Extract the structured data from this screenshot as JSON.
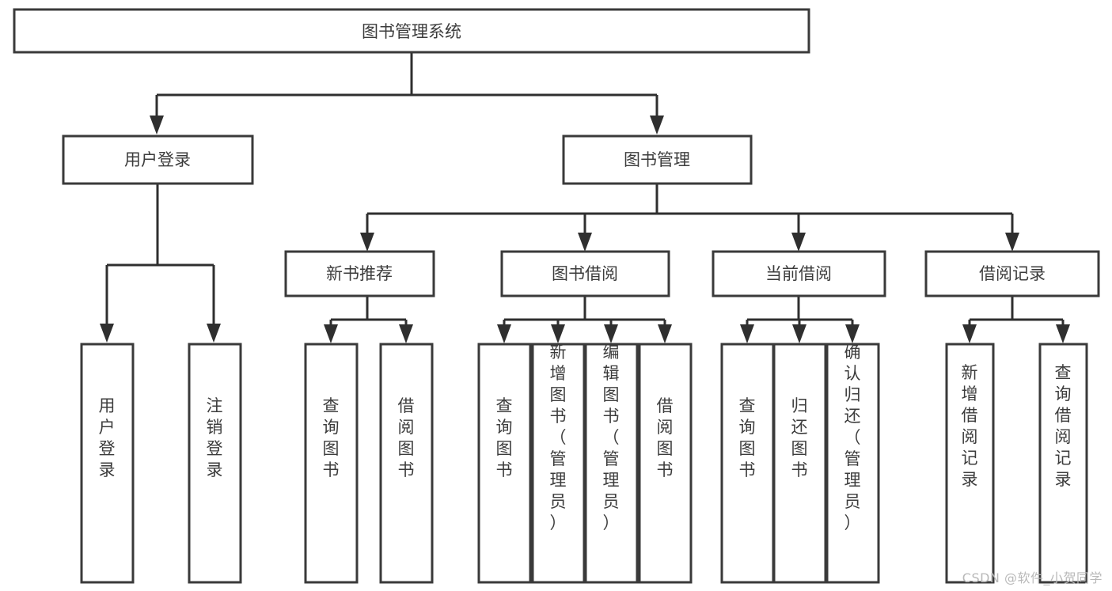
{
  "diagram": {
    "title": "图书管理系统",
    "type": "tree-hierarchy",
    "watermark": "CSDN @软件_小贺同学",
    "colors": {
      "background": "#ffffff",
      "box_fill": "#ffffff",
      "box_stroke": "#3a3a3a",
      "connector": "#2f2f2f",
      "text": "#3c3c3c",
      "watermark_text": "#b9b9b9"
    },
    "root": {
      "label": "图书管理系统"
    },
    "level2": [
      {
        "label": "用户登录"
      },
      {
        "label": "图书管理"
      }
    ],
    "level3": [
      {
        "label": "新书推荐"
      },
      {
        "label": "图书借阅"
      },
      {
        "label": "当前借阅"
      },
      {
        "label": "借阅记录"
      }
    ],
    "leaves": {
      "user_login": [
        {
          "label": "用户登录"
        },
        {
          "label": "注销登录"
        }
      ],
      "new_book_recommend": [
        {
          "label": "查询图书"
        },
        {
          "label": "借阅图书"
        }
      ],
      "book_borrow": [
        {
          "label": "查询图书"
        },
        {
          "label": "新增图书（管理员）"
        },
        {
          "label": "编辑图书（管理员）"
        },
        {
          "label": "借阅图书"
        }
      ],
      "current_borrow": [
        {
          "label": "查询图书"
        },
        {
          "label": "归还图书"
        },
        {
          "label": "确认归还（管理员）"
        }
      ],
      "borrow_record": [
        {
          "label": "新增借阅记录"
        },
        {
          "label": "查询借阅记录"
        }
      ]
    }
  }
}
